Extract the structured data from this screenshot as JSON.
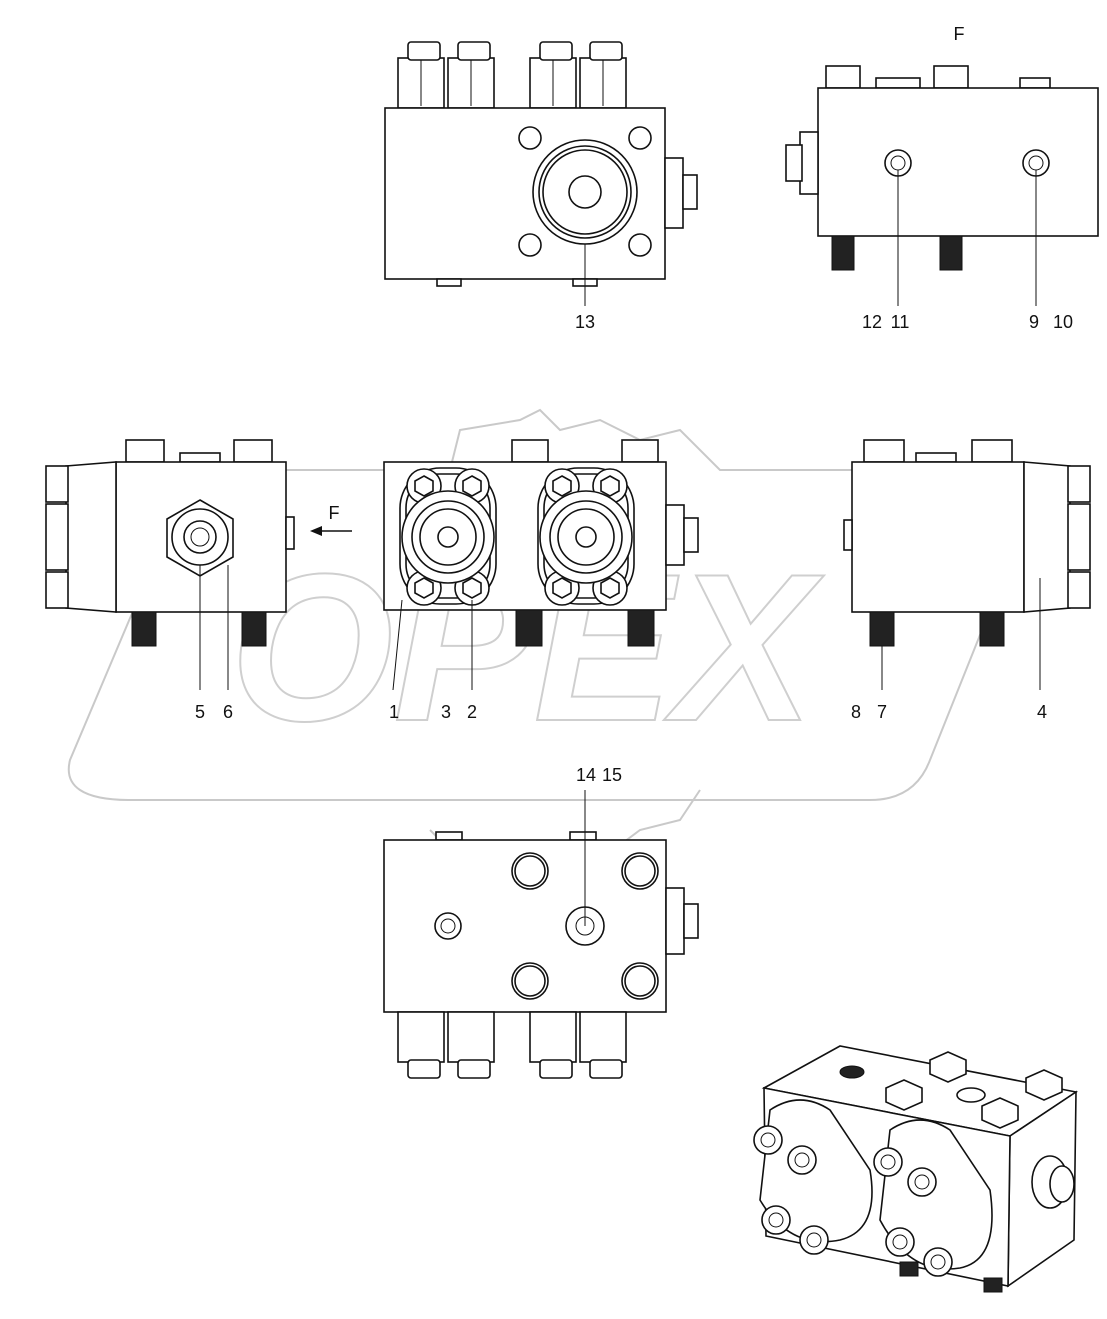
{
  "callouts": {
    "top_front": [
      "13"
    ],
    "top_side_a": [
      "12",
      "11"
    ],
    "top_side_b": [
      "9",
      "10"
    ],
    "view_letter_top": "F",
    "left_view": [
      "5",
      "6"
    ],
    "center_view_a": [
      "1"
    ],
    "center_view_b": [
      "3",
      "2"
    ],
    "right_view_a": [
      "8",
      "7"
    ],
    "right_view_b": [
      "4"
    ],
    "bottom_view": [
      "14",
      "15"
    ],
    "arrow_letter": "F"
  },
  "watermark": "OPEX",
  "colors": {
    "line": "#111111",
    "watermark": "#c9c9c9",
    "background": "#ffffff"
  }
}
